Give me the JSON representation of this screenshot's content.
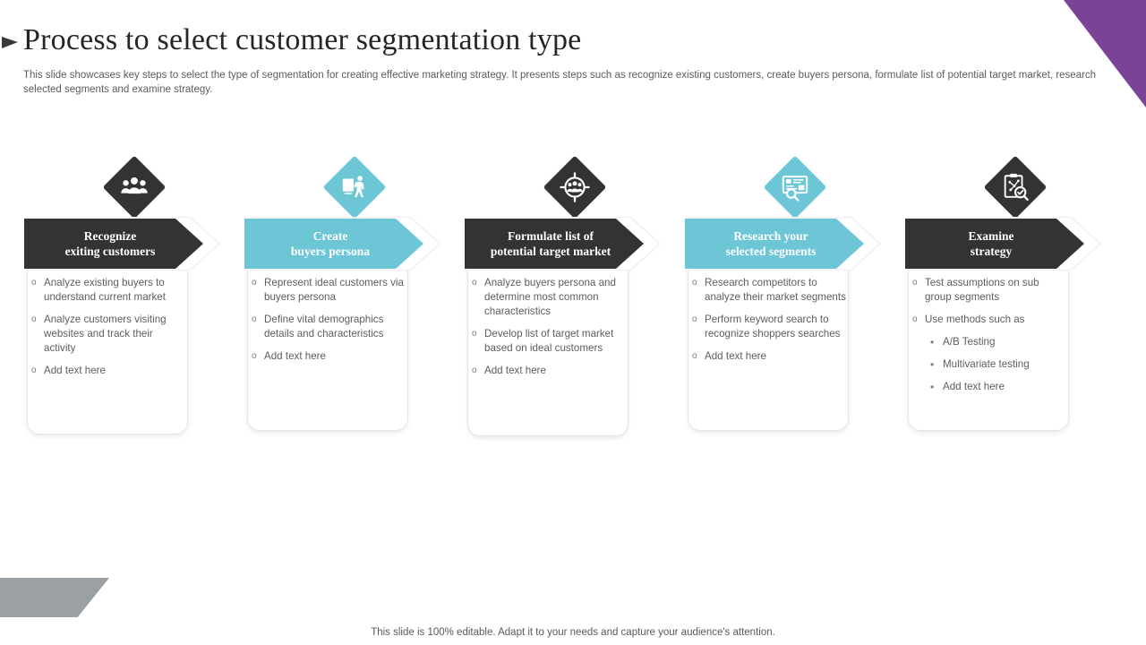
{
  "slide": {
    "title": "Process to select customer segmentation type",
    "subtitle": "This slide showcases key steps to select the type of segmentation for creating effective marketing strategy. It presents steps such as recognize existing customers, create buyers persona, formulate list of potential target market, research selected segments and examine strategy.",
    "footer": "This slide is 100% editable. Adapt it to your needs and capture your audience's attention.",
    "colors": {
      "dark": "#333333",
      "teal": "#6CC6D6",
      "purple": "#7B4397",
      "gray": "#9AA0A3",
      "body_text": "#5A5E62"
    }
  },
  "steps": [
    {
      "icon": "three-people-icon",
      "theme": "dark",
      "heading_line1": "Recognize",
      "heading_line2": "exiting customers",
      "bullets": [
        {
          "marker": "o",
          "text": "Analyze existing buyers to understand current market"
        },
        {
          "marker": "o",
          "text": "Analyze customers visiting websites and track their activity"
        },
        {
          "marker": "o",
          "text": "Add text here"
        }
      ]
    },
    {
      "icon": "persona-presenter-icon",
      "theme": "teal",
      "heading_line1": "Create",
      "heading_line2": "buyers persona",
      "bullets": [
        {
          "marker": "o",
          "text": "Represent ideal customers via buyers persona"
        },
        {
          "marker": "o",
          "text": "Define vital demographics details and characteristics"
        },
        {
          "marker": "o",
          "text": "Add text here"
        }
      ]
    },
    {
      "icon": "target-audience-icon",
      "theme": "dark",
      "heading_line1": "Formulate list of",
      "heading_line2": "potential target market",
      "bullets": [
        {
          "marker": "o",
          "text": "Analyze buyers persona and determine most common characteristics"
        },
        {
          "marker": "o",
          "text": "Develop list of target market based on ideal customers"
        },
        {
          "marker": "o",
          "text": "Add text here"
        }
      ]
    },
    {
      "icon": "screen-search-icon",
      "theme": "teal",
      "heading_line1": "Research your",
      "heading_line2": "selected segments",
      "bullets": [
        {
          "marker": "o",
          "text": "Research competitors to analyze their market segments"
        },
        {
          "marker": "o",
          "text": "Perform keyword search to recognize shoppers searches"
        },
        {
          "marker": "o",
          "text": "Add text here"
        }
      ]
    },
    {
      "icon": "clipboard-analysis-icon",
      "theme": "dark",
      "heading_line1": "Examine",
      "heading_line2": "strategy",
      "bullets": [
        {
          "marker": "o",
          "text": "Test assumptions on sub group segments"
        },
        {
          "marker": "o",
          "text": "Use methods such as"
        },
        {
          "marker": "•",
          "text": "A/B Testing",
          "sub": true
        },
        {
          "marker": "•",
          "text": "Multivariate testing",
          "sub": true
        },
        {
          "marker": "•",
          "text": "Add text here",
          "sub": true
        }
      ]
    }
  ]
}
